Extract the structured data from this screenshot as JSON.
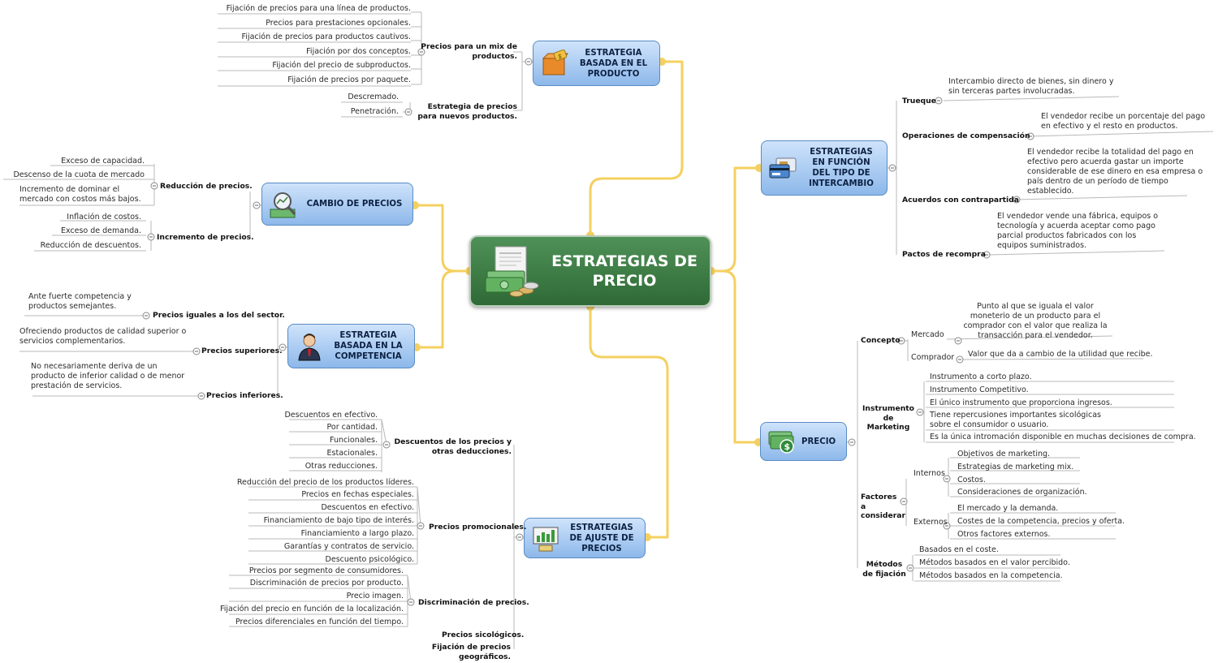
{
  "center": {
    "title": "ESTRATEGIAS DE PRECIO",
    "icon": "money-icon"
  },
  "colors": {
    "connector": "#f5d060",
    "branch_line": "#b8b8b8",
    "topic_fill_top": "#cfe3fb",
    "topic_fill_bottom": "#8db8ea",
    "center_fill": "#3d7d45"
  },
  "topics": {
    "producto": {
      "title": "ESTRATEGIA BASADA EN EL PRODUCTO",
      "icon": "box-price-tag-icon"
    },
    "cambio": {
      "title": "CAMBIO DE PRECIOS",
      "icon": "magnifier-chart-icon"
    },
    "competencia": {
      "title": "ESTRATEGIA BASADA EN LA COMPETENCIA",
      "icon": "businessman-icon"
    },
    "ajuste": {
      "title": "ESTRATEGIAS DE AJUSTE DE PRECIOS",
      "icon": "chart-board-icon"
    },
    "intercambio": {
      "title": "ESTRATEGIAS EN FUNCIÓN DEL TIPO DE INTERCAMBIO",
      "icon": "credit-card-icon"
    },
    "precio": {
      "title": "PRECIO",
      "icon": "dollar-bills-icon"
    }
  },
  "producto": {
    "mix": {
      "label": "Precios para un mix de productos.",
      "items": [
        "Fijación de precios para una línea de productos.",
        "Precios para prestaciones opcionales.",
        "Fijación de precios para productos cautivos.",
        "Fijación por dos conceptos.",
        "Fijación del precio de subproductos.",
        "Fijación de precios por paquete."
      ]
    },
    "nuevos": {
      "label": "Estrategia de precios para nuevos productos.",
      "items": [
        "Descremado.",
        "Penetración."
      ]
    }
  },
  "cambio": {
    "reduccion": {
      "label": "Reducción de precios.",
      "items": [
        "Exceso de capacidad.",
        "Descenso de la cuota de mercado",
        "Incremento de dominar el mercado con costos más bajos."
      ]
    },
    "incremento": {
      "label": "Incremento de precios.",
      "items": [
        "Inflación de costos.",
        "Exceso de demanda.",
        "Reducción de descuentos."
      ]
    }
  },
  "competencia": {
    "iguales": {
      "label": "Precios iguales a los del sector.",
      "text": "Ante fuerte competencia y productos semejantes."
    },
    "superiores": {
      "label": "Precios superiores.",
      "text": "Ofreciendo productos de calidad superior o servicios complementarios."
    },
    "inferiores": {
      "label": "Precios inferiores.",
      "text": "No necesariamente deriva de un producto de inferior calidad o de menor prestación de servicios."
    }
  },
  "ajuste": {
    "descuentos": {
      "label": "Descuentos de los precios y otras deducciones.",
      "items": [
        "Descuentos en efectivo.",
        "Por cantidad.",
        "Funcionales.",
        "Estacionales.",
        "Otras reducciones."
      ]
    },
    "promocionales": {
      "label": "Precios promocionales.",
      "items": [
        "Reducción del precio de los productos líderes.",
        "Precios en fechas especiales.",
        "Descuentos en efectivo.",
        "Financiamiento de bajo tipo de interés.",
        "Financiamiento a largo plazo.",
        "Garantías y contratos de servicio.",
        "Descuento psicológico."
      ]
    },
    "discriminacion": {
      "label": "Discriminación de precios.",
      "items": [
        "Precios por segmento de consumidores.",
        "Discriminación de precios por producto.",
        "Precio imagen.",
        "Fijación del precio en función de la localización.",
        "Precios diferenciales en función del tiempo."
      ]
    },
    "sicologicos": {
      "label": "Precios sicológicos."
    },
    "geograficos": {
      "label": "Fijación de precios geográficos."
    }
  },
  "intercambio": {
    "trueque": {
      "label": "Trueque",
      "text": "Intercambio directo de bienes, sin dinero y sin terceras partes involucradas."
    },
    "compensacion": {
      "label": "Operaciones de compensación",
      "text": "El vendedor recibe un porcentaje del pago en efectivo y el resto en productos."
    },
    "contrapartida": {
      "label": "Acuerdos con contrapartida",
      "text": "El vendedor recibe la totalidad del pago en efectivo pero acuerda gastar un importe considerable de ese dinero en esa empresa o país dentro de un período de tiempo establecido."
    },
    "recompra": {
      "label": "Pactos de recompra",
      "text": "El vendedor vende una fábrica, equipos o tecnología y acuerda aceptar como pago parcial productos fabricados con los equipos suministrados."
    }
  },
  "precio": {
    "concepto": {
      "label": "Concepto",
      "mercado": {
        "label": "Mercado",
        "text": "Punto al que se iguala el valor moneterio de un producto para el comprador con el valor que realiza la transacción para el vendedor."
      },
      "comprador": {
        "label": "Comprador",
        "text": "Valor que da a cambio de la utilidad que recibe."
      }
    },
    "instrumento": {
      "label": "Instrumento de Marketing",
      "items": [
        "Instrumento a corto plazo.",
        "Instrumento Competitivo.",
        "El único instrumento que proporciona ingresos.",
        "Tiene repercusiones importantes sicológicas sobre el consumidor o usuario.",
        "Es la única intromación disponible en muchas decisiones de compra."
      ]
    },
    "factores": {
      "label": "Factores a considerar",
      "internos": {
        "label": "Internos",
        "items": [
          "Objetivos de marketing.",
          "Estrategias de marketing mix.",
          "Costos.",
          "Consideraciones de organización."
        ]
      },
      "externos": {
        "label": "Externos",
        "items": [
          "El mercado y la demanda.",
          "Costes de la competencia, precios y oferta.",
          "Otros factores externos."
        ]
      }
    },
    "metodos": {
      "label": "Métodos de fijación",
      "items": [
        "Basados en el coste.",
        "Métodos basados en el valor percibido.",
        "Métodos basados en la competencia."
      ]
    }
  }
}
